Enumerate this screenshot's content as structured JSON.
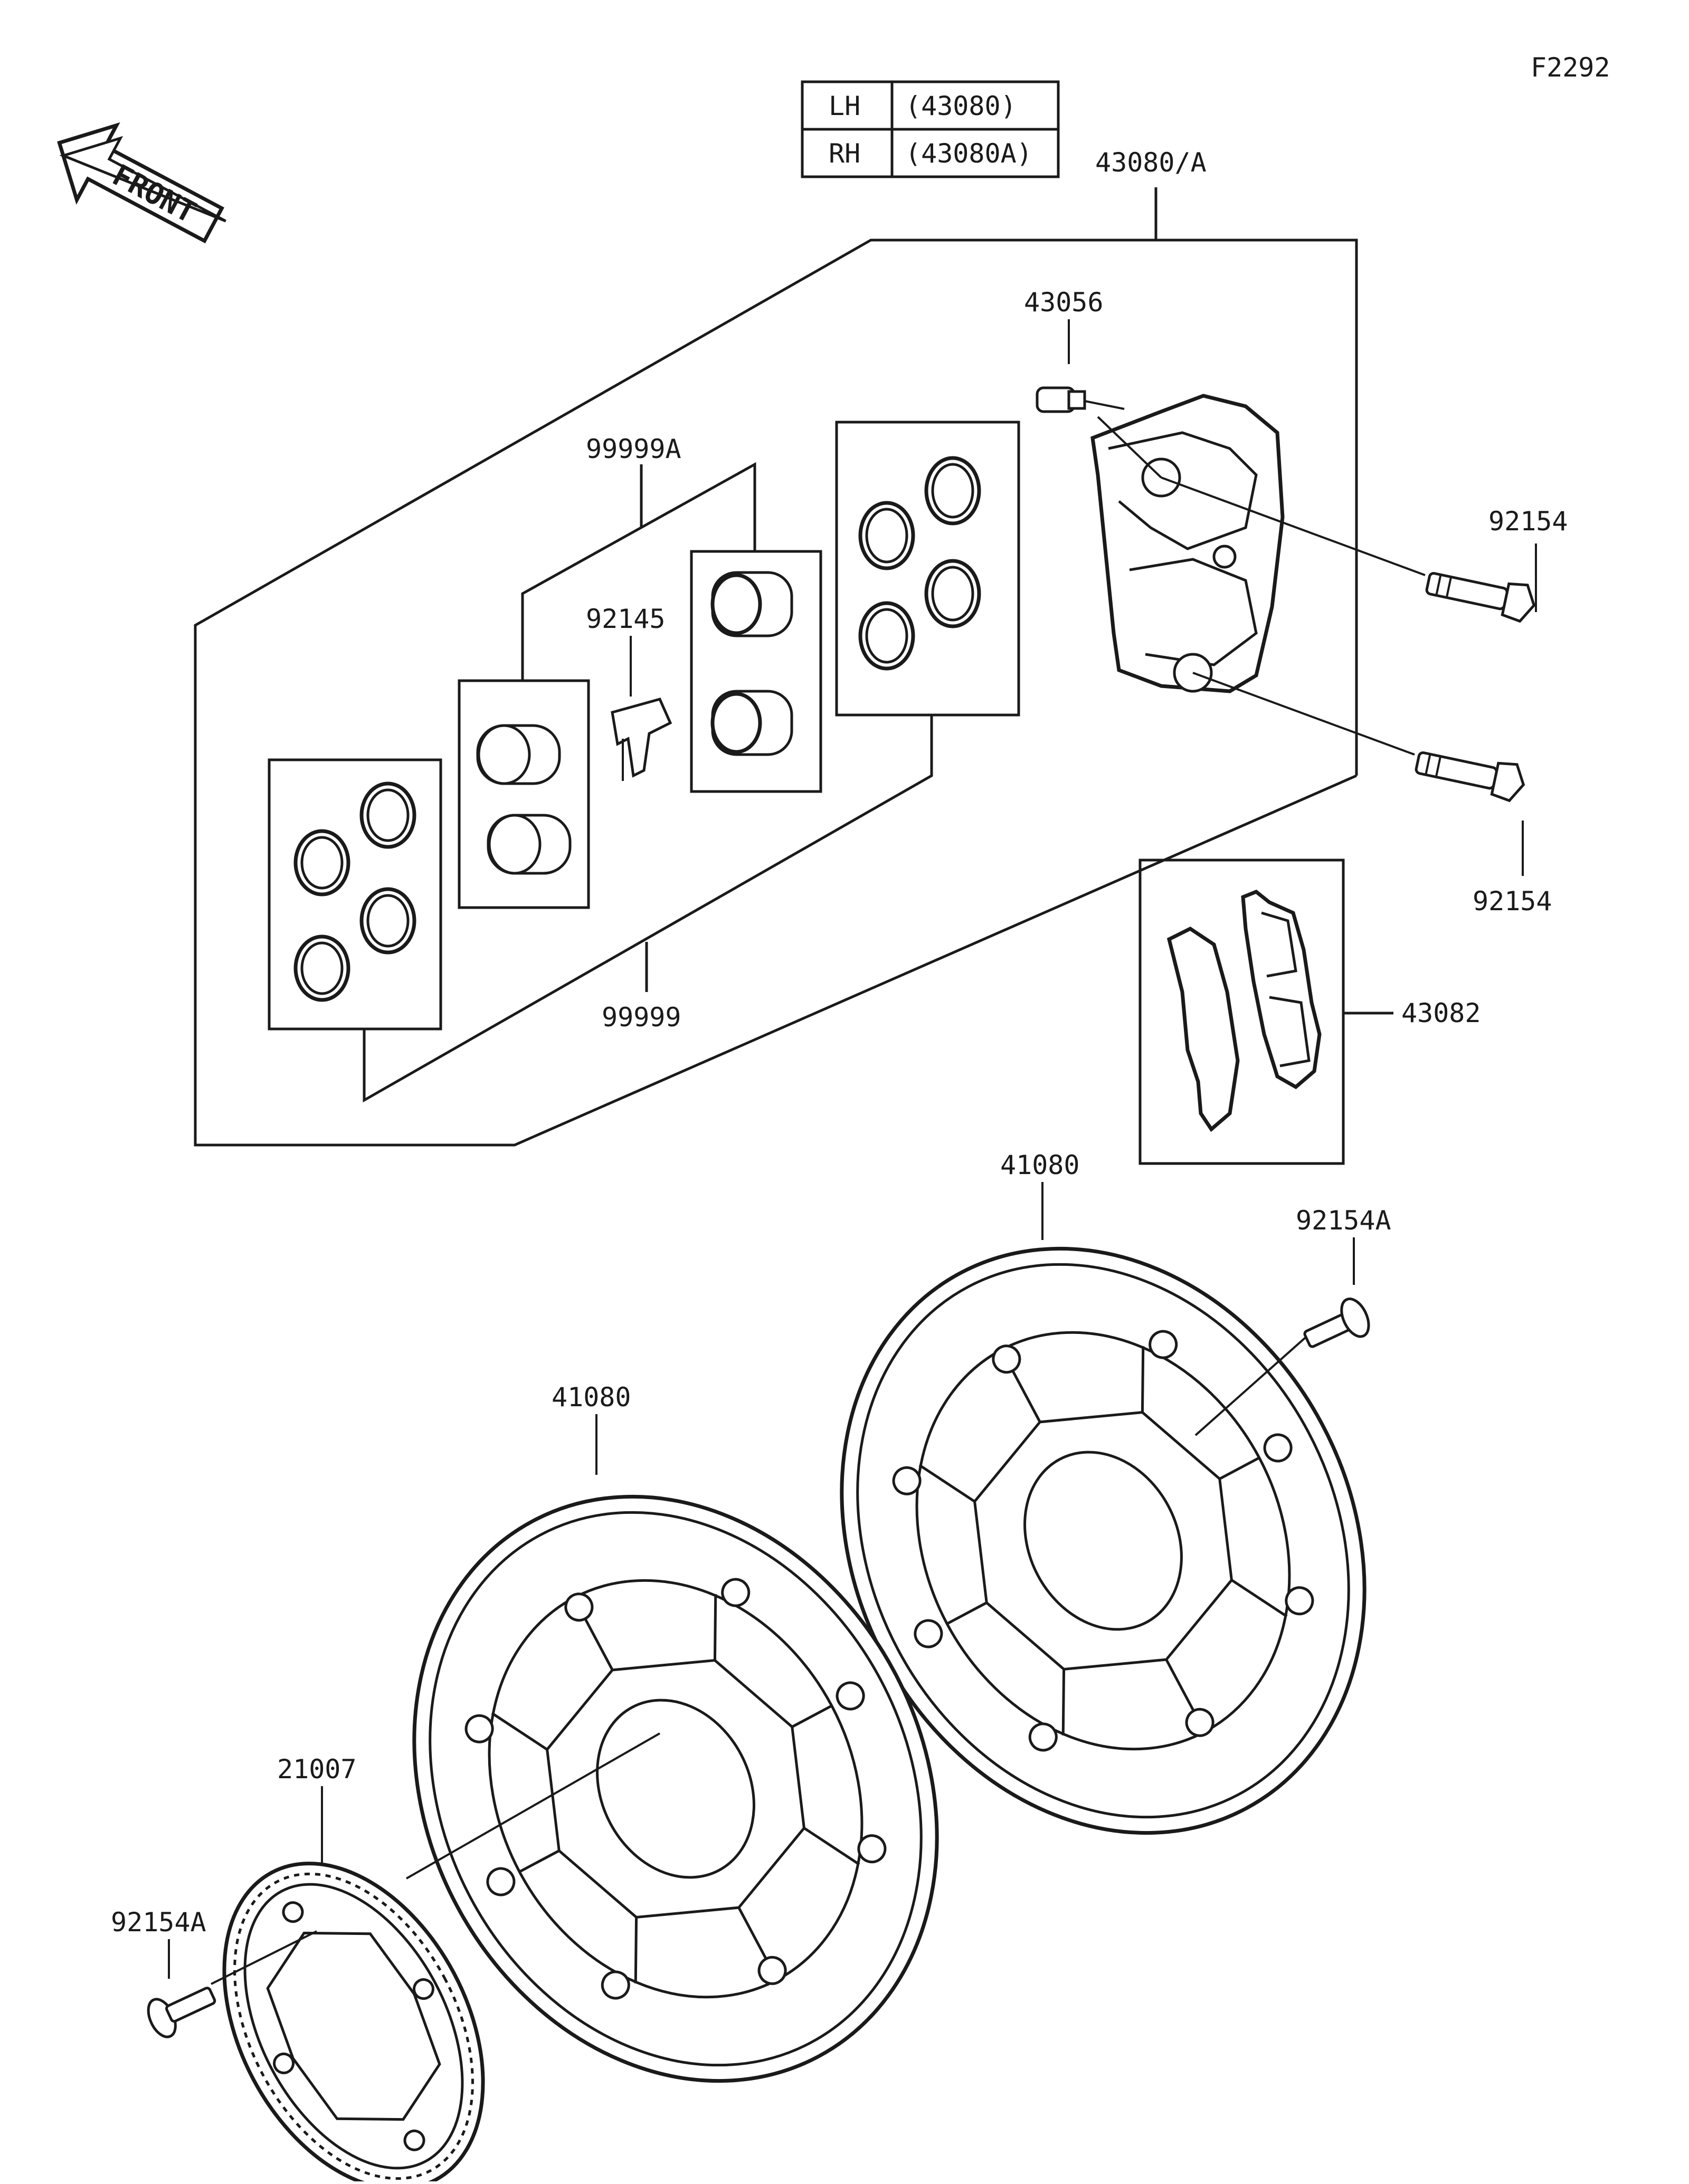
{
  "diagram": {
    "figure_code": "F2292",
    "front_label": "FRONT",
    "side_table": [
      {
        "side": "LH",
        "part": "(43080)"
      },
      {
        "side": "RH",
        "part": "(43080A)"
      }
    ],
    "callouts": {
      "caliper_assy": "43080/A",
      "bleeder": "43056",
      "bolt_upper": "92154",
      "bolt_lower": "92154",
      "seal_kit_a": "99999A",
      "seal_kit": "99999",
      "pad_spring": "92145",
      "pads": "43082",
      "disc_right": "41080",
      "disc_left": "41080",
      "disc_bolt_right": "92154A",
      "disc_bolt_left": "92154A",
      "abs_rotor": "21007"
    }
  }
}
